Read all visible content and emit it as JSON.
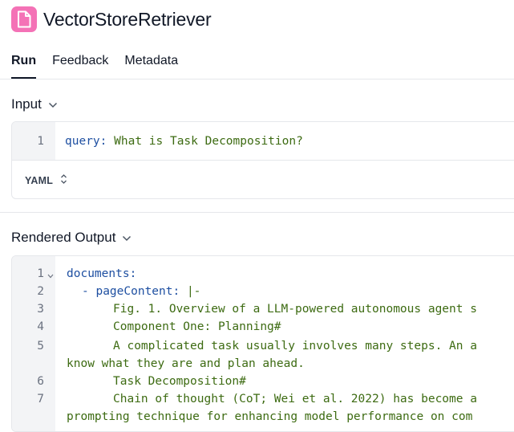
{
  "header": {
    "title": "VectorStoreRetriever",
    "icon": "document-icon",
    "icon_color": "#f472b6"
  },
  "tabs": [
    {
      "label": "Run",
      "active": true
    },
    {
      "label": "Feedback"
    },
    {
      "label": "Metadata"
    }
  ],
  "input": {
    "heading": "Input",
    "line_number": "1",
    "key": "query:",
    "value": "What is Task Decomposition?",
    "format": "YAML"
  },
  "output": {
    "heading": "Rendered Output",
    "lines": [
      {
        "n": "1",
        "key": "documents:",
        "text": ""
      },
      {
        "n": "2",
        "key": "- pageContent:",
        "text": "|-"
      },
      {
        "n": "3",
        "text": "Fig. 1. Overview of a LLM-powered autonomous agent s"
      },
      {
        "n": "4",
        "text": "Component One: Planning#"
      },
      {
        "n": "5",
        "text": "A complicated task usually involves many steps. An a"
      },
      {
        "n": "",
        "text": "know what they are and plan ahead."
      },
      {
        "n": "6",
        "text": "Task Decomposition#"
      },
      {
        "n": "7",
        "text": "Chain of thought (CoT; Wei et al. 2022) has become a"
      },
      {
        "n": "",
        "text": "prompting technique for enhancing model performance on com"
      }
    ]
  }
}
